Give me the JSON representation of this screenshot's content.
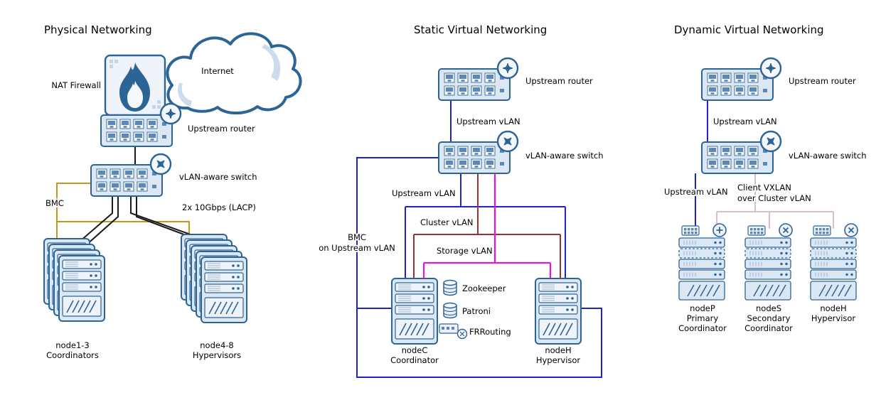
{
  "colors": {
    "outline_blue": "#2d6496",
    "device_fill": "#dce7f4",
    "link_black": "#1a1a1a",
    "link_bmc_yellow": "#c09a1e",
    "link_blue": "#2222cc",
    "link_cluster_red": "#a03030",
    "link_storage_magenta": "#ff00ff",
    "link_vxlan_pink": "#d8b4c4"
  },
  "physical": {
    "title": "Physical Networking",
    "internet_label": "Internet",
    "nat_firewall_label": "NAT Firewall",
    "upstream_router_label": "Upstream router",
    "vlan_switch_label": "vLAN-aware switch",
    "bmc_label": "BMC",
    "lacp_label": "2x 10Gbps (LACP)",
    "coordinators_name": "node1-3",
    "coordinators_role": "Coordinators",
    "hypervisors_name": "node4-8",
    "hypervisors_role": "Hypervisors"
  },
  "virt_static": {
    "title": "Static Virtual Networking",
    "upstream_router_label": "Upstream router",
    "upstream_vlan_link": "Upstream vLAN",
    "vlan_switch_label": "vLAN-aware switch",
    "upstream_vlan_label": "Upstream vLAN",
    "cluster_vlan_label": "Cluster vLAN",
    "storage_vlan_label": "Storage vLAN",
    "bmc_label_line1": "BMC",
    "bmc_label_line2": "on Upstream vLAN",
    "zookeeper_label": "Zookeeper",
    "patroni_label": "Patroni",
    "frrouting_label": "FRRouting",
    "nodec_name": "nodeC",
    "nodec_role": "Coordinator",
    "nodeh_name": "nodeH",
    "nodeh_role": "Hypervisor"
  },
  "virt_dynamic": {
    "title": "Dynamic Virtual Networking",
    "upstream_router_label": "Upstream router",
    "upstream_vlan_link": "Upstream vLAN",
    "vlan_switch_label": "vLAN-aware switch",
    "upstream_vlan_label": "Upstream vLAN",
    "client_vxlan_line1": "Client VXLAN",
    "client_vxlan_line2": "over Cluster vLAN",
    "nodep_name": "nodeP",
    "nodep_role1": "Primary",
    "nodep_role2": "Coordinator",
    "nodes_name": "nodeS",
    "nodes_role1": "Secondary",
    "nodes_role2": "Coordinator",
    "nodeh_name": "nodeH",
    "nodeh_role": "Hypervisor"
  }
}
